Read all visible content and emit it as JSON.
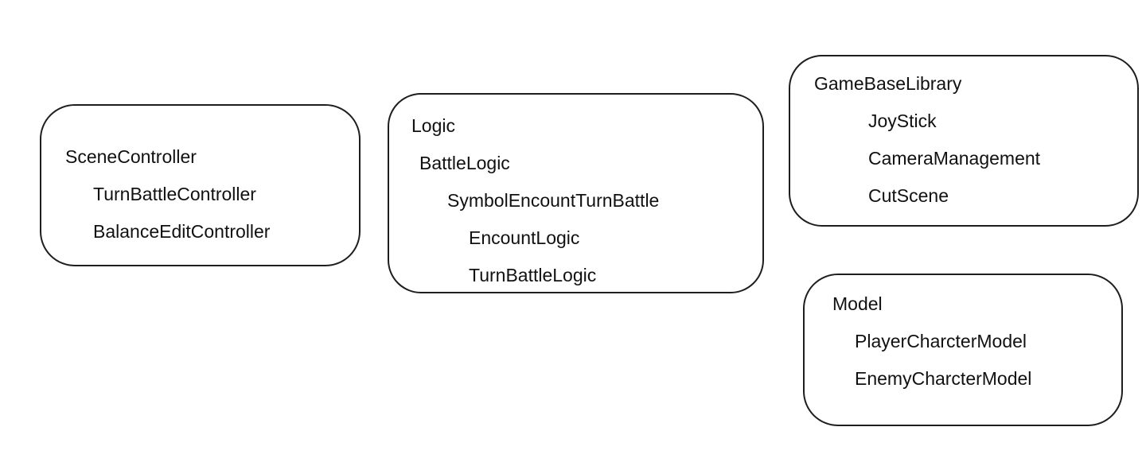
{
  "diagram": {
    "background_color": "#ffffff",
    "border_color": "#1e1e1e",
    "text_color": "#111111",
    "boxes": [
      {
        "id": "scene-controller-box",
        "lines": [
          {
            "text": "SceneController",
            "indent": 0
          },
          {
            "text": "TurnBattleController",
            "indent": 1
          },
          {
            "text": "BalanceEditController",
            "indent": 1
          }
        ]
      },
      {
        "id": "logic-box",
        "lines": [
          {
            "text": "Logic",
            "indent": 0
          },
          {
            "text": "BattleLogic",
            "indent": 1
          },
          {
            "text": "SymbolEncountTurnBattle",
            "indent": 2
          },
          {
            "text": "EncountLogic",
            "indent": 3
          },
          {
            "text": "TurnBattleLogic",
            "indent": 3
          }
        ]
      },
      {
        "id": "game-base-library-box",
        "lines": [
          {
            "text": "GameBaseLibrary",
            "indent": 0
          },
          {
            "text": "JoyStick",
            "indent": 1
          },
          {
            "text": "CameraManagement",
            "indent": 1
          },
          {
            "text": "CutScene",
            "indent": 1
          }
        ]
      },
      {
        "id": "model-box",
        "lines": [
          {
            "text": "Model",
            "indent": 0
          },
          {
            "text": "PlayerCharcterModel",
            "indent": 1
          },
          {
            "text": "EnemyCharcterModel",
            "indent": 1
          }
        ]
      }
    ]
  }
}
